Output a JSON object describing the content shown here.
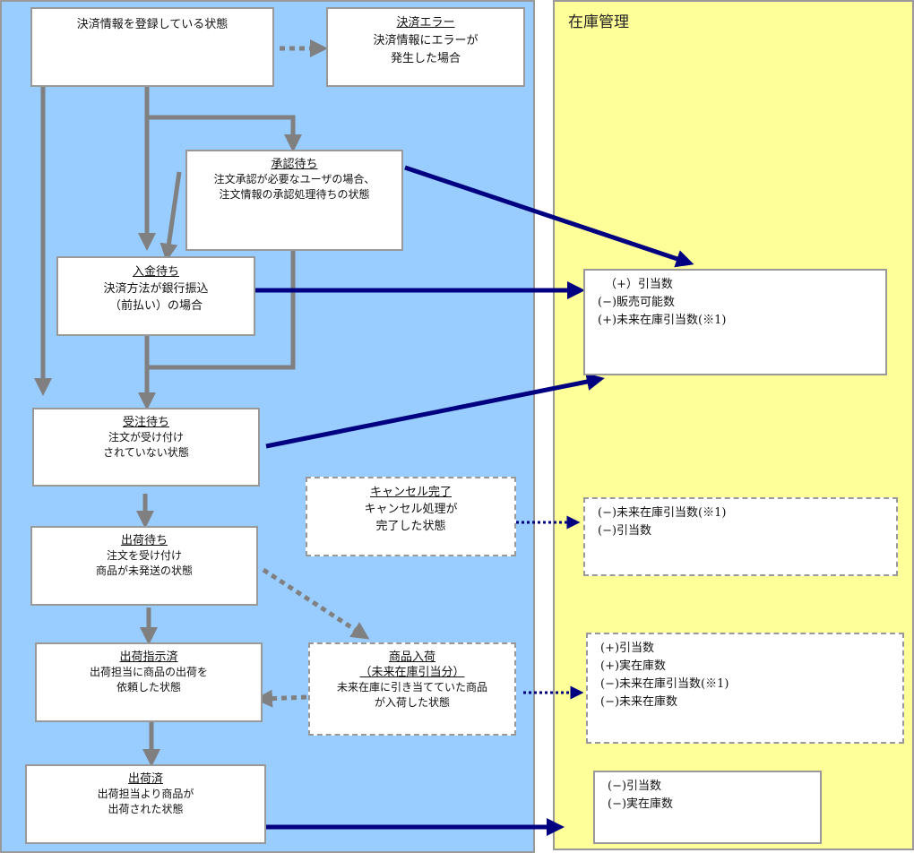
{
  "inventory_title": "在庫管理",
  "states": {
    "registering": {
      "desc": "決済情報を登録している状態"
    },
    "payment_error": {
      "title": "決済エラー",
      "desc1": "決済情報にエラーが",
      "desc2": "発生した場合"
    },
    "awaiting_approval": {
      "title": "承認待ち",
      "desc1": "注文承認が必要なユーザの場合、",
      "desc2": "注文情報の承認処理待ちの状態"
    },
    "awaiting_payment": {
      "title": "入金待ち",
      "desc1": "決済方法が銀行振込",
      "desc2": "（前払い）の場合"
    },
    "awaiting_order": {
      "title": "受注待ち",
      "desc1": "注文が受け付け",
      "desc2": "されていない状態"
    },
    "awaiting_shipment": {
      "title": "出荷待ち",
      "desc1": "注文を受け付け",
      "desc2": "商品が未発送の状態"
    },
    "shipment_instructed": {
      "title": "出荷指示済",
      "desc1": "出荷担当に商品の出荷を",
      "desc2": "依頼した状態"
    },
    "shipped": {
      "title": "出荷済",
      "desc1": "出荷担当より商品が",
      "desc2": "出荷された状態"
    },
    "cancelled": {
      "title": "キャンセル完了",
      "desc1": "キャンセル処理が",
      "desc2": "完了した状態"
    },
    "arrival": {
      "title": "商品入荷",
      "title2": "（未来在庫引当分）",
      "desc1": "未来在庫に引き当てていた商品",
      "desc2": "が入荷した状態"
    }
  },
  "inventory_effects": [
    [
      "（+）引当数",
      "(−)販売可能数",
      "(+)未来在庫引当数(※1)"
    ],
    [
      "(−)未来在庫引当数(※1)",
      "(−)引当数"
    ],
    [
      "(+)引当数",
      "(+)実在庫数",
      "(−)未来在庫引当数(※1)",
      "(−)未来在庫数"
    ],
    [
      "(−)引当数",
      "(−)実在庫数"
    ]
  ],
  "colors": {
    "state_panel": "#99ccff",
    "inventory_panel": "#ffff99",
    "flow_arrow": "#808080",
    "inventory_arrow": "#000080"
  }
}
